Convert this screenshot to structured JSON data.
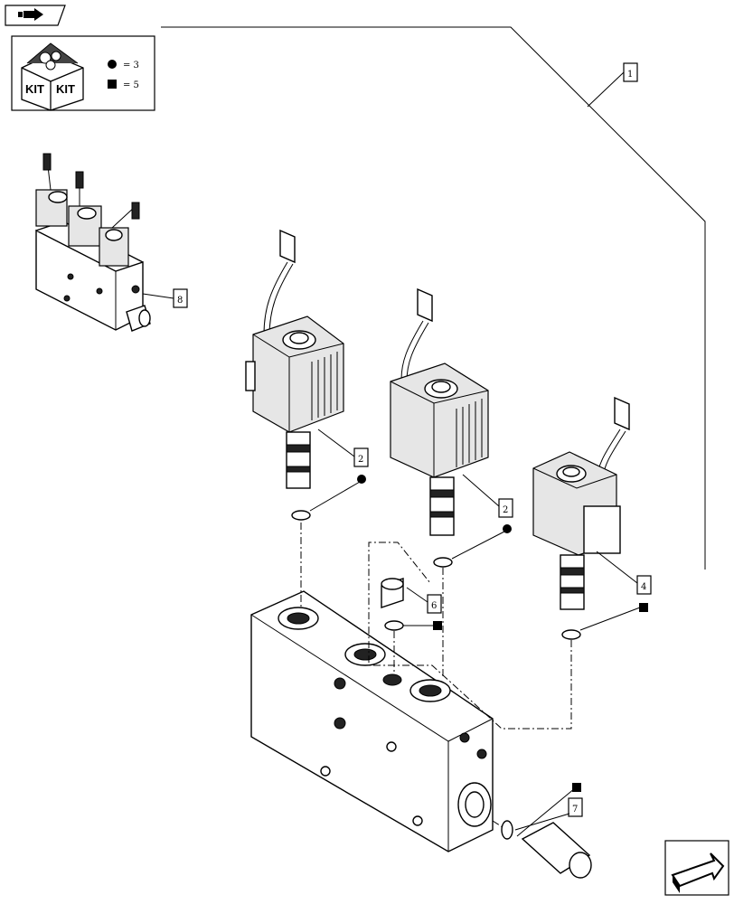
{
  "kit_legend": {
    "kit_label_left": "KIT",
    "kit_label_right": "KIT",
    "circle_entry": "= 3",
    "square_entry": "= 5"
  },
  "callouts": [
    "1",
    "2",
    "2",
    "4",
    "6",
    "7",
    "8"
  ],
  "icons": {
    "top_left": "back-arrow-icon",
    "bottom_right": "next-page-arrow-icon",
    "circle_marker": "filled-circle-icon",
    "square_marker": "filled-square-icon"
  }
}
